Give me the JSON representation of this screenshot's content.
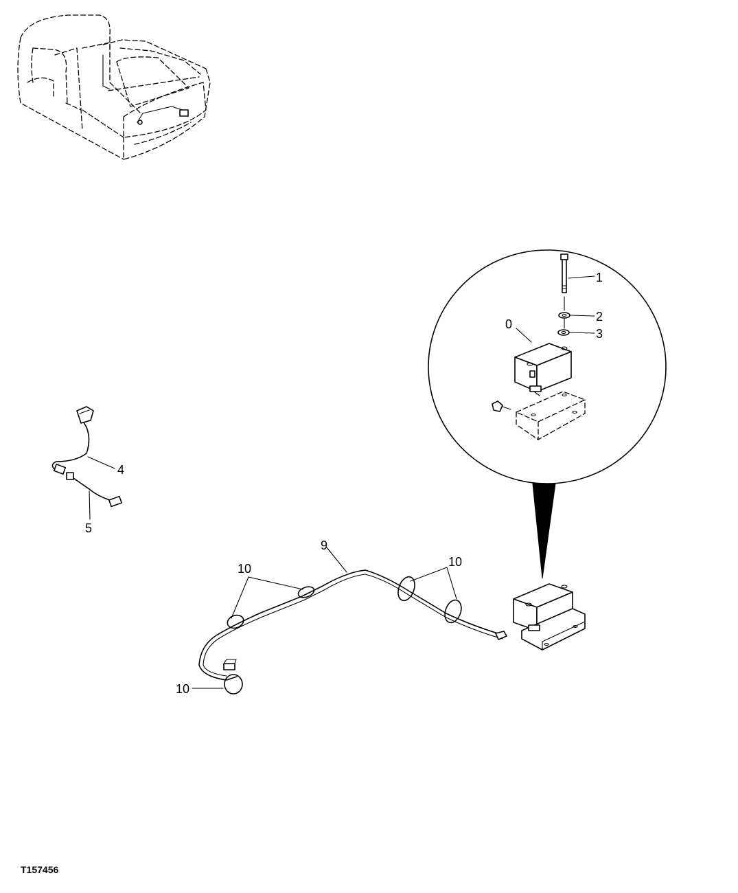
{
  "figure_id": "T157456",
  "callouts": {
    "c0": "0",
    "c1": "1",
    "c2": "2",
    "c3": "3",
    "c4": "4",
    "c5": "5",
    "c9": "9",
    "c10_left": "10",
    "c10_right": "10",
    "c10_bottom": "10"
  }
}
